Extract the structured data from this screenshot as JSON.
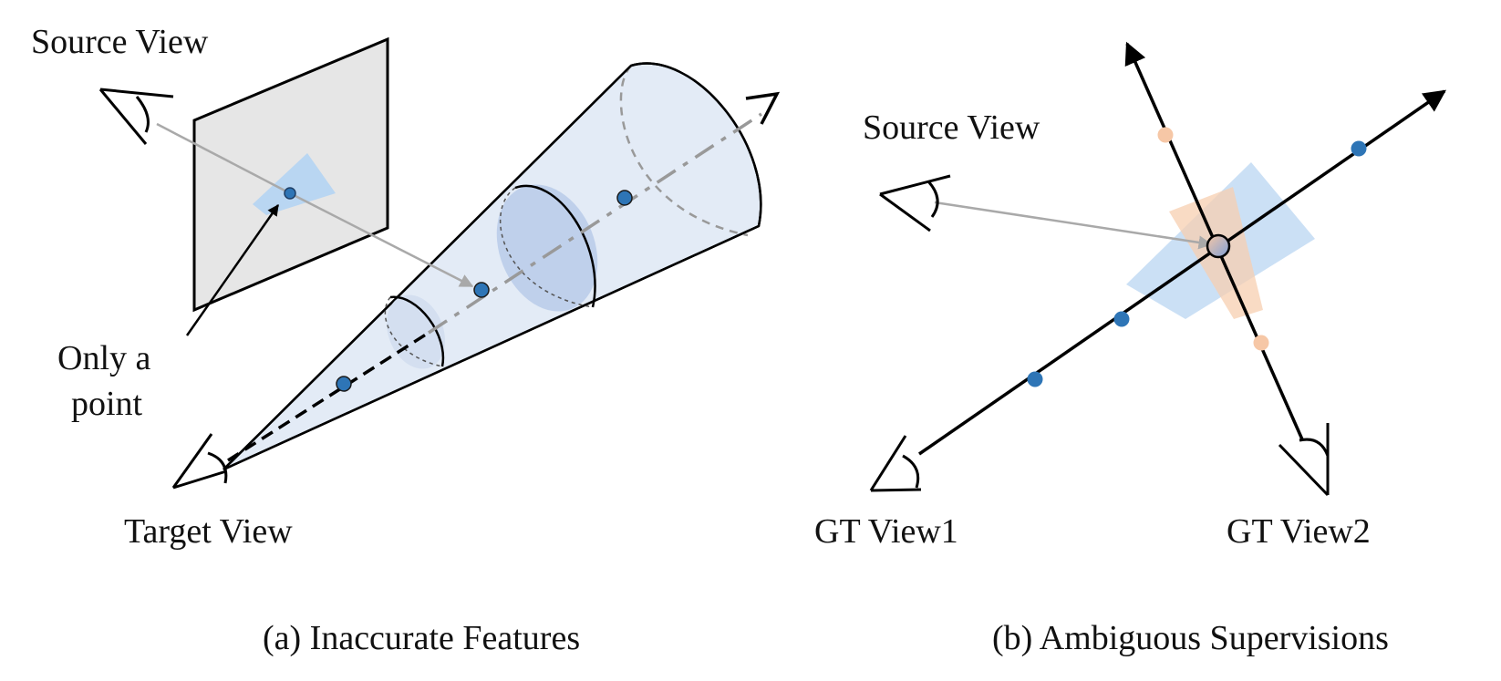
{
  "panel_a": {
    "source_view_label": "Source View",
    "target_view_label": "Target View",
    "annotation_line1": "Only a",
    "annotation_line2": "point",
    "caption": "(a) Inaccurate Features"
  },
  "panel_b": {
    "source_view_label": "Source View",
    "gt_view1_label": "GT View1",
    "gt_view2_label": "GT View2",
    "caption": "(b) Ambiguous Supervisions"
  },
  "colors": {
    "blue_point": "#2e75b6",
    "orange_point": "#f6c7a6",
    "cone_fill": "#dde7f3",
    "cone_disk": "#b9cbe9",
    "image_plane": "#e6e6e6",
    "blue_patch": "#b9d6f2",
    "orange_patch": "#f7cfb0",
    "gray_ray": "#a9a9a9"
  }
}
